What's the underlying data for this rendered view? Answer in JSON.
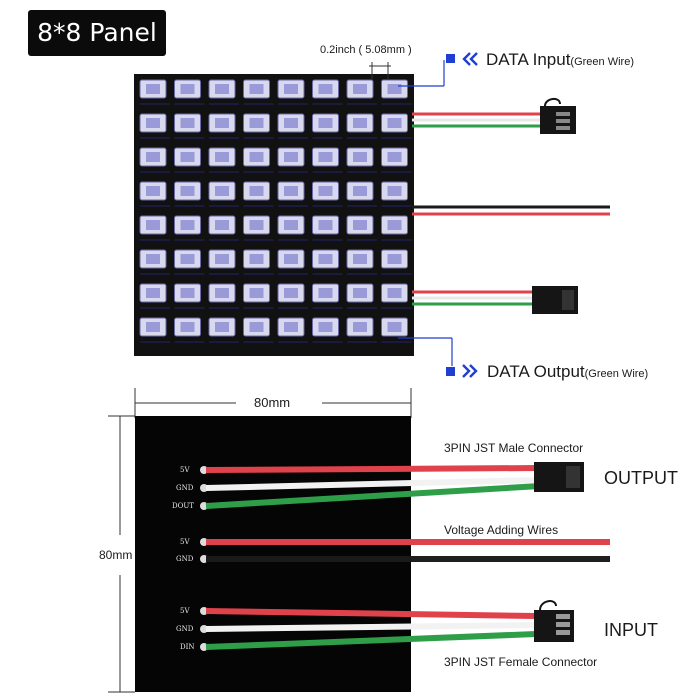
{
  "title": "8*8 Panel",
  "top": {
    "pitch_label": "0.2inch ( 5.08mm )",
    "data_input_label": "DATA Input",
    "data_input_note": "(Green Wire)",
    "data_output_label": "DATA Output",
    "data_output_note": "(Green Wire)",
    "grid": {
      "rows": 8,
      "cols": 8
    }
  },
  "bottom": {
    "width_label": "80mm",
    "height_label": "80mm",
    "male_connector_label": "3PIN JST Male Connector",
    "output_label": "OUTPUT",
    "voltage_label": "Voltage Adding Wires",
    "input_label": "INPUT",
    "female_connector_label": "3PIN JST Female Connector",
    "pins_out": [
      "5V",
      "GND",
      "DOUT"
    ],
    "pins_mid": [
      "5V",
      "GND"
    ],
    "pins_in": [
      "5V",
      "GND",
      "DIN"
    ]
  },
  "colors": {
    "red_wire": "#e0424c",
    "white_wire": "#f2f2f2",
    "green_wire": "#2e9e49",
    "black_wire": "#1a1a1a",
    "blue_marker": "#1f3fd0",
    "board": "#111111"
  }
}
